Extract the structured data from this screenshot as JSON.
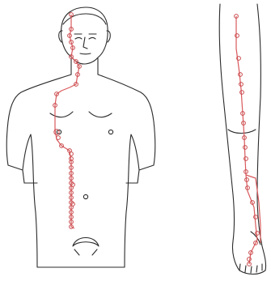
{
  "figure": {
    "type": "acupuncture-meridian-diagram",
    "views": [
      "torso-front",
      "leg-side"
    ],
    "line_color": "#d9595c",
    "point_color": "#c94a4d",
    "outline_color": "#2a2a2a",
    "torso_point_count": 34,
    "leg_point_count": 21
  }
}
